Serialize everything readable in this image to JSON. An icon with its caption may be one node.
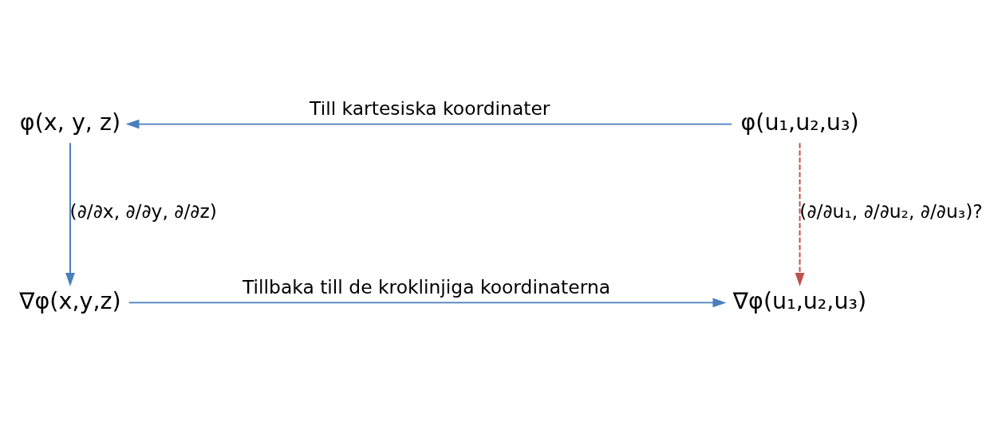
{
  "diagram": {
    "nodes": [
      {
        "text": [
          "φ(x, y, z)"
        ]
      },
      {
        "text": [
          "φ(u₁,u₂,u₃)"
        ]
      },
      {
        "text": [
          "∇φ(x,y,z)"
        ]
      },
      {
        "text": [
          "∇φ(u₁,u₂,u₃)"
        ]
      }
    ],
    "edges": [
      {
        "from": 1,
        "to": 0,
        "arrow": "to",
        "label": "Till kartesiska koordinater"
      },
      {
        "from": 0,
        "to": 2,
        "arrow": "to",
        "label": "(∂/∂x, ∂/∂y, ∂/∂z)"
      },
      {
        "from": 1,
        "to": 3,
        "arrow": "to",
        "label": "(∂/∂u₁, ∂/∂u₂, ∂/∂u₃)?",
        "style": "dashed",
        "color": "#c0504d"
      },
      {
        "from": 2,
        "to": 3,
        "arrow": "to",
        "label": "Tillbaka till de kroklinjiga koordinaterna"
      }
    ]
  }
}
